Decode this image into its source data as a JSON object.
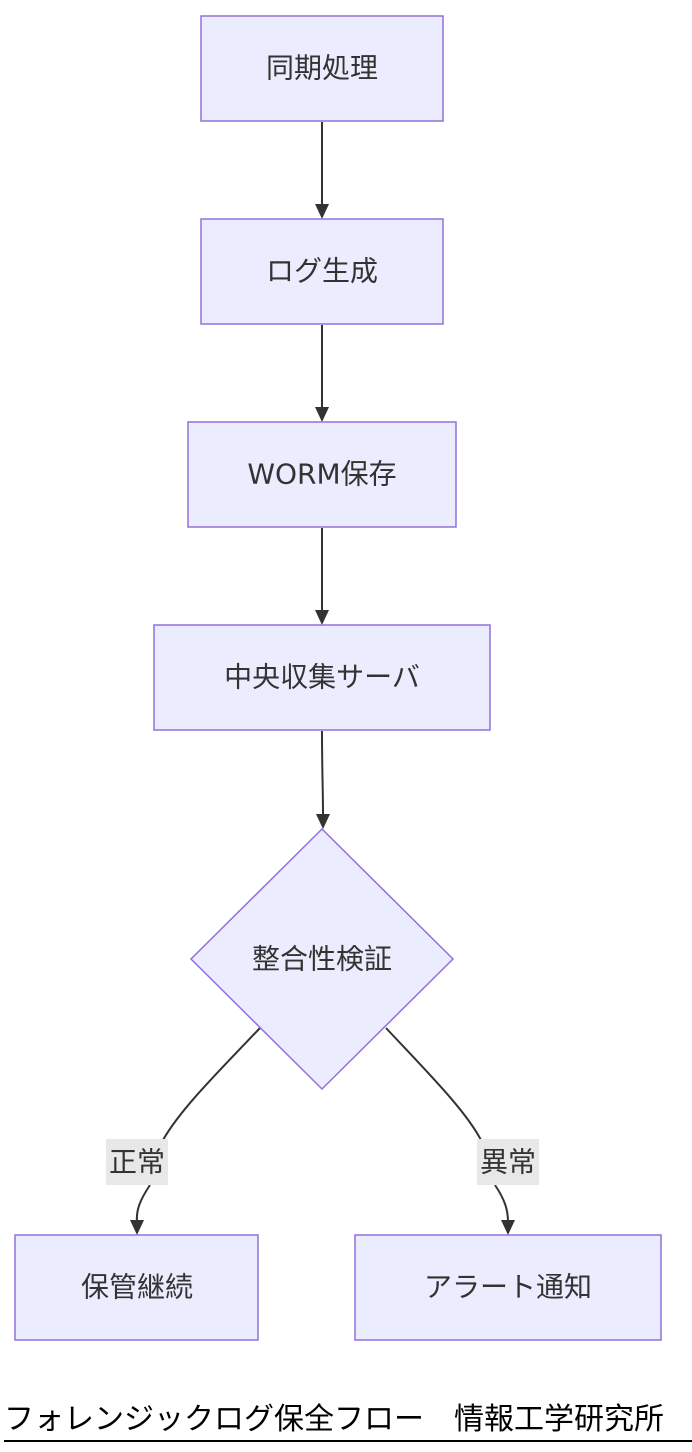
{
  "nodes": {
    "sync": "同期処理",
    "log_gen": "ログ生成",
    "worm": "WORM保存",
    "central": "中央収集サーバ",
    "verify": "整合性検証",
    "keep": "保管継続",
    "alert": "アラート通知"
  },
  "edges": {
    "normal": "正常",
    "abnormal": "異常"
  },
  "caption": "フォレンジックログ保全フロー　情報工学研究所"
}
